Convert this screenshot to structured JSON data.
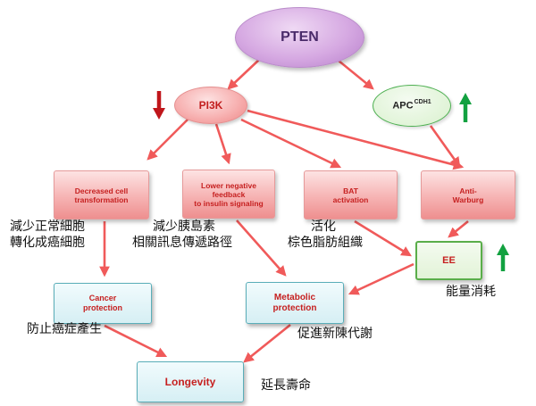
{
  "diagram": {
    "nodes": {
      "pten": "PTEN",
      "pi3k": "PI3K",
      "apc_main": "APC",
      "apc_sup": "CDH1",
      "decreased": [
        "Decreased cell",
        "transformation"
      ],
      "lower": [
        "Lower negative",
        "feedback",
        "to insulin signaling"
      ],
      "bat": [
        "BAT",
        "activation"
      ],
      "anti_warburg": [
        "Anti-",
        "Warburg"
      ],
      "ee": "EE",
      "cancer": [
        "Cancer",
        "protection"
      ],
      "metabolic": [
        "Metabolic",
        "protection"
      ],
      "longevity": "Longevity"
    },
    "chinese_labels": {
      "decreased_1": "減少正常細胞",
      "decreased_2": "轉化成癌細胞",
      "lower_1": "減少胰島素",
      "lower_2": "相關訊息傳遞路徑",
      "bat_1": "活化",
      "bat_2": "棕色脂肪組織",
      "ee": "能量消耗",
      "cancer": "防止癌症產生",
      "metabolic": "促進新陳代謝",
      "longevity": "延長壽命"
    },
    "indicators": {
      "pi3k": "down",
      "apc": "up",
      "ee": "up"
    },
    "colors": {
      "arrow": "#f05a5a",
      "down_indicator": "#c0161b",
      "up_indicator": "#12a140"
    }
  }
}
